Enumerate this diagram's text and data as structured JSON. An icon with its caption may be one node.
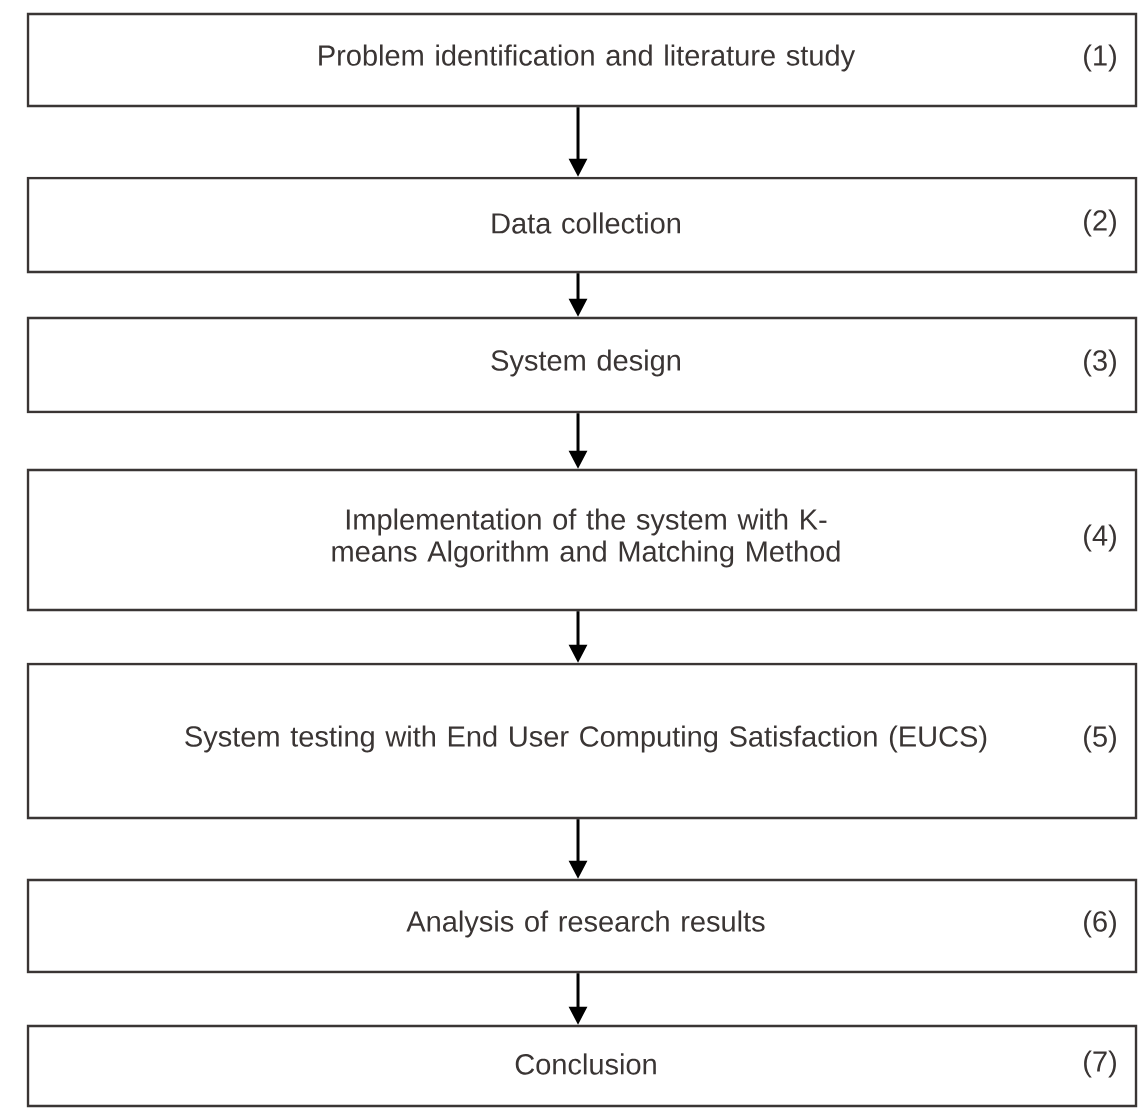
{
  "diagram": {
    "nodes": [
      {
        "text": [
          "Problem identification and literature study",
          "(1)"
        ]
      },
      {
        "text": [
          "Data collection",
          "(2)"
        ]
      },
      {
        "text": [
          "System design",
          "(3)"
        ]
      },
      {
        "text": [
          "Implementation of the system with K-means Algorithm and Matching Method",
          "(4)"
        ]
      },
      {
        "text": [
          "System testing with End User Computing Satisfaction (EUCS)",
          "(5)"
        ]
      },
      {
        "text": [
          "Analysis of research results",
          "(6)"
        ]
      },
      {
        "text": [
          "Conclusion",
          "(7)"
        ]
      }
    ],
    "edges": [
      {
        "from": 0,
        "to": 1,
        "arrow": "to"
      },
      {
        "from": 1,
        "to": 2,
        "arrow": "to"
      },
      {
        "from": 2,
        "to": 3,
        "arrow": "to"
      },
      {
        "from": 3,
        "to": 4,
        "arrow": "to"
      },
      {
        "from": 4,
        "to": 5,
        "arrow": "to"
      },
      {
        "from": 5,
        "to": 6,
        "arrow": "to"
      }
    ]
  }
}
